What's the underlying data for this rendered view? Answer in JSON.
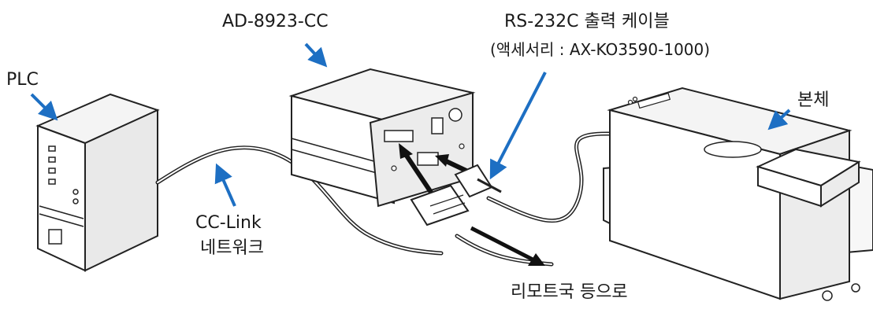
{
  "labels": {
    "plc": "PLC",
    "converter": "AD-8923-CC",
    "rs232c_line1": "RS-232C 출력 케이블",
    "rs232c_line2": "(액세서리 : AX-KO3590-1000)",
    "main_unit": "본체",
    "cclink_line1": "CC-Link",
    "cclink_line2": "네트워크",
    "remote": "리모트국 등으로"
  },
  "colors": {
    "pointer_arrow": "#1d6fc3",
    "outline": "#222222",
    "device_fill": "#ffffff",
    "shade": "#e6e6e6"
  }
}
